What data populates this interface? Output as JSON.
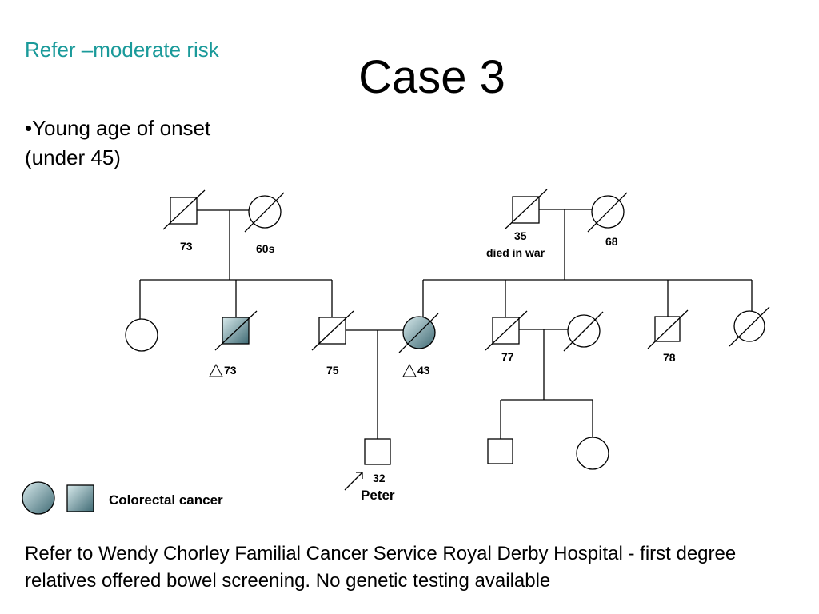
{
  "slide": {
    "heading": "Refer –moderate risk",
    "title": "Case 3",
    "bullet": "•Young age of onset (under 45)",
    "footer": "Refer to Wendy Chorley Familial Cancer Service Royal Derby Hospital - first degree relatives offered bowel screening.  No genetic testing available"
  },
  "pedigree": {
    "paternal_grandfather_age": "73",
    "paternal_grandmother_age": "60s",
    "maternal_grandfather_age": "35",
    "maternal_grandfather_note": "died in war",
    "maternal_grandmother_age": "68",
    "paternal_uncle_age": "73",
    "father_age": "75",
    "mother_age": "43",
    "maternal_uncle_age": "77",
    "maternal_uncle2_age": "78",
    "proband_age": "32",
    "proband_name": "Peter"
  },
  "legend": {
    "label": "Colorectal cancer"
  },
  "colors": {
    "heading": "#1a9a9a",
    "affected_fill": "#7fa8b0"
  }
}
